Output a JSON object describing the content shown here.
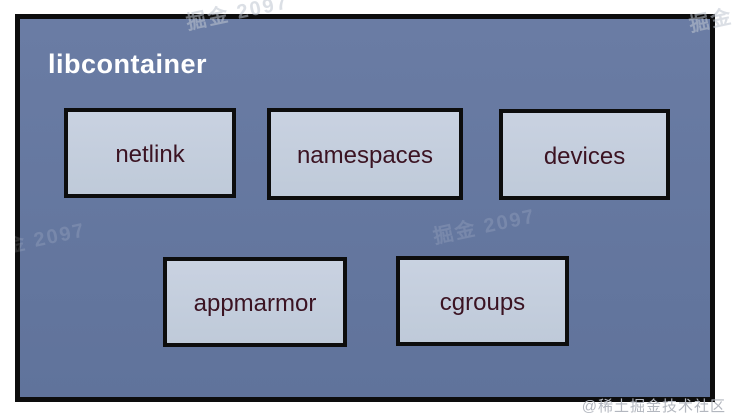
{
  "diagram": {
    "container": {
      "label": "libcontainer"
    },
    "modules": {
      "top_row": [
        {
          "label": "netlink"
        },
        {
          "label": "namespaces"
        },
        {
          "label": "devices"
        }
      ],
      "bottom_row": [
        {
          "label": "appmarmor"
        },
        {
          "label": "cgroups"
        }
      ]
    }
  },
  "colors": {
    "container_fill": "#64779e",
    "module_fill": "#c4cedd",
    "border": "#0d0d0d",
    "module_text": "#3b1322",
    "container_label_text": "#ffffff",
    "corner_watermark_text": "#b3b7bf"
  },
  "watermarks": {
    "corner": "@稀土掘金技术社区",
    "diagonal": "掘金 2097"
  }
}
